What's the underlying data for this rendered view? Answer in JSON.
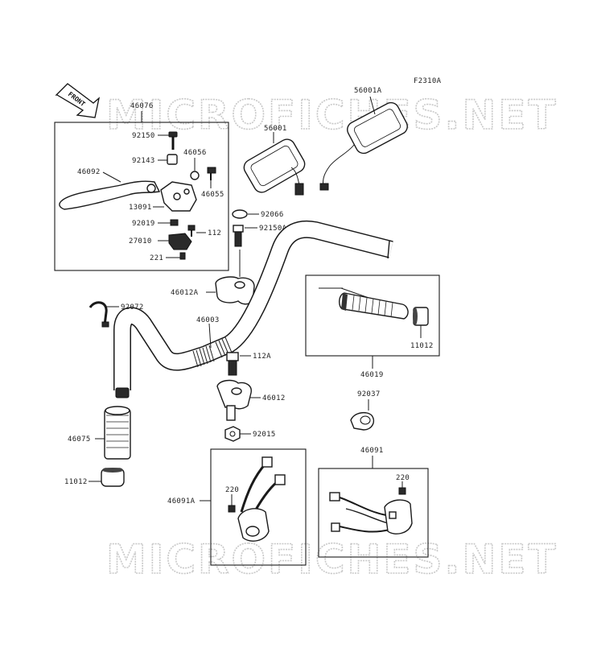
{
  "diagram": {
    "figure_code": "F2310A",
    "watermark": "MICROFICHES.NET",
    "front_label": "FRONT"
  },
  "labels": {
    "p46076": "46076",
    "p92150": "92150",
    "p92143": "92143",
    "p46056": "46056",
    "p46092": "46092",
    "p46055": "46055",
    "p13091": "13091",
    "p92019": "92019",
    "p112": "112",
    "p27010": "27010",
    "p221": "221",
    "p56001A": "56001A",
    "p56001": "56001",
    "p92066": "92066",
    "p92150A": "92150A",
    "p46012A": "46012A",
    "p92072": "92072",
    "p46003": "46003",
    "p11012_r": "11012",
    "p46019": "46019",
    "p112A": "112A",
    "p46012": "46012",
    "p92037": "92037",
    "p46075": "46075",
    "p92015": "92015",
    "p46091": "46091",
    "p11012_l": "11012",
    "p46091A": "46091A",
    "p220_l": "220",
    "p220_r": "220"
  }
}
